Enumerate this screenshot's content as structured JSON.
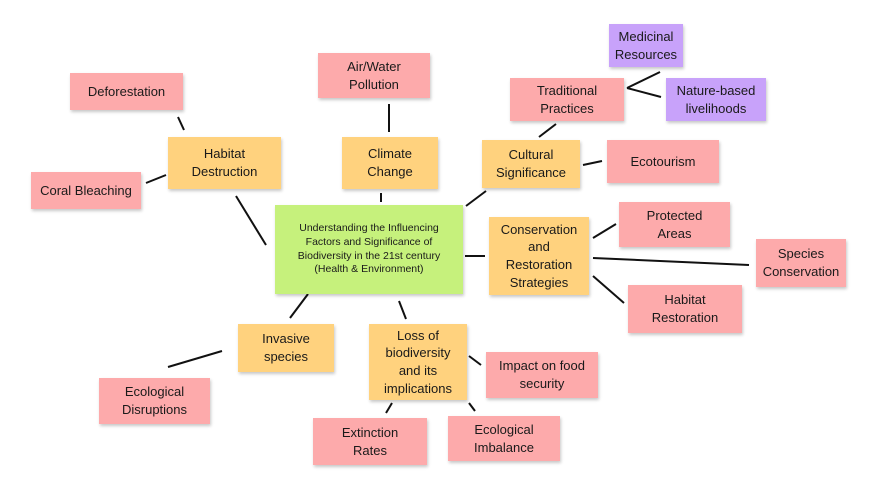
{
  "colors": {
    "central": "#c6f17c",
    "category": "#ffd27e",
    "detail": "#fdaaab",
    "purple": "#c8a2fa",
    "line": "#111111"
  },
  "central": {
    "text": "Understanding the Influencing\nFactors and Significance of\nBiodiversity in the 21st century\n(Health & Environment)"
  },
  "categories": {
    "habitat_destruction": "Habitat\nDestruction",
    "climate_change": "Climate\nChange",
    "cultural_significance": "Cultural\nSignificance",
    "conservation": "Conservation\nand\nRestoration\nStrategies",
    "invasive_species": "Invasive species",
    "loss_of_biodiversity": "Loss of\nbiodiversity\nand its\nimplications"
  },
  "details": {
    "deforestation": "Deforestation",
    "coral_bleaching": "Coral Bleaching",
    "air_water_pollution": "Air/Water\nPollution",
    "traditional_practices": "Traditional\nPractices",
    "ecotourism": "Ecotourism",
    "protected_areas": "Protected\nAreas",
    "species_conservation": "Species\nConservation",
    "habitat_restoration": "Habitat\nRestoration",
    "ecological_disruptions": "Ecological\nDisruptions",
    "impact_on_food_security": "Impact on food\nsecurity",
    "extinction_rates": "Extinction\nRates",
    "ecological_imbalance": "Ecological\nImbalance"
  },
  "purple_notes": {
    "medicinal_resources": "Medicinal\nResources",
    "nature_based_livelihoods": "Nature-based\nlivelihoods"
  }
}
